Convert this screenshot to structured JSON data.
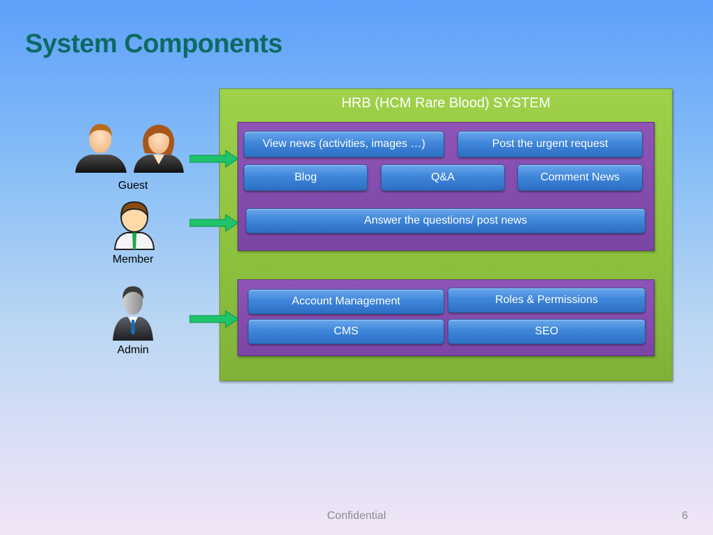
{
  "slide": {
    "title": "System Components",
    "footer": "Confidential",
    "page_number": "6"
  },
  "system": {
    "title": "HRB (HCM Rare Blood) SYSTEM",
    "top_panel": {
      "buttons": [
        {
          "label": "View news (activities, images …)"
        },
        {
          "label": "Post the urgent request"
        },
        {
          "label": "Blog"
        },
        {
          "label": "Q&A"
        },
        {
          "label": "Comment News"
        },
        {
          "label": "Answer the questions/ post news"
        }
      ]
    },
    "bottom_panel": {
      "buttons": [
        {
          "label": "Account Management"
        },
        {
          "label": "Roles & Permissions"
        },
        {
          "label": "CMS"
        },
        {
          "label": "SEO"
        }
      ]
    }
  },
  "actors": [
    {
      "label": "Guest",
      "icon": "guest-users-icon"
    },
    {
      "label": "Member",
      "icon": "member-user-icon"
    },
    {
      "label": "Admin",
      "icon": "admin-user-icon"
    }
  ],
  "colors": {
    "title": "#0c6b62",
    "system_box": "#8dc23e",
    "panel": "#7b45a5",
    "button": "#3f86da",
    "arrow": "#1ec46a"
  }
}
